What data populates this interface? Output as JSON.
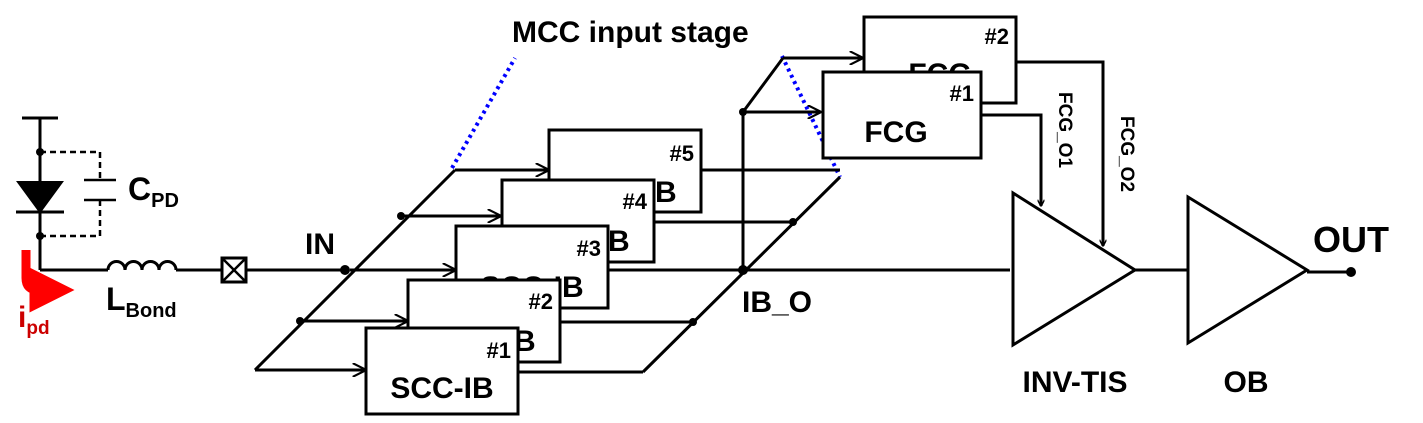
{
  "labels": {
    "mcc_stage": "MCC input stage",
    "cpd_main": "C",
    "cpd_sub": "PD",
    "lbond_main": "L",
    "lbond_sub": "Bond",
    "ipd_main": "i",
    "ipd_sub": "pd",
    "in": "IN",
    "ib_o": "IB_O",
    "fcg_o1": "FCG_O1",
    "fcg_o2": "FCG_O2",
    "inv_tis": "INV-TIS",
    "ob": "OB",
    "out": "OUT"
  },
  "scc_blocks": [
    {
      "num": "#1",
      "name": "SCC-IB"
    },
    {
      "num": "#2",
      "name": "SCC-IB"
    },
    {
      "num": "#3",
      "name": "SCC-IB"
    },
    {
      "num": "#4",
      "name": "SCC-IB"
    },
    {
      "num": "#5",
      "name": "SCC-IB"
    }
  ],
  "fcg_blocks": [
    {
      "num": "#1",
      "name": "FCG"
    },
    {
      "num": "#2",
      "name": "FCG"
    }
  ],
  "colors": {
    "wire": "#000000",
    "current_arrow": "#ff0000",
    "current_label": "#cc0000",
    "mcc_dotted": "#0000ff"
  }
}
